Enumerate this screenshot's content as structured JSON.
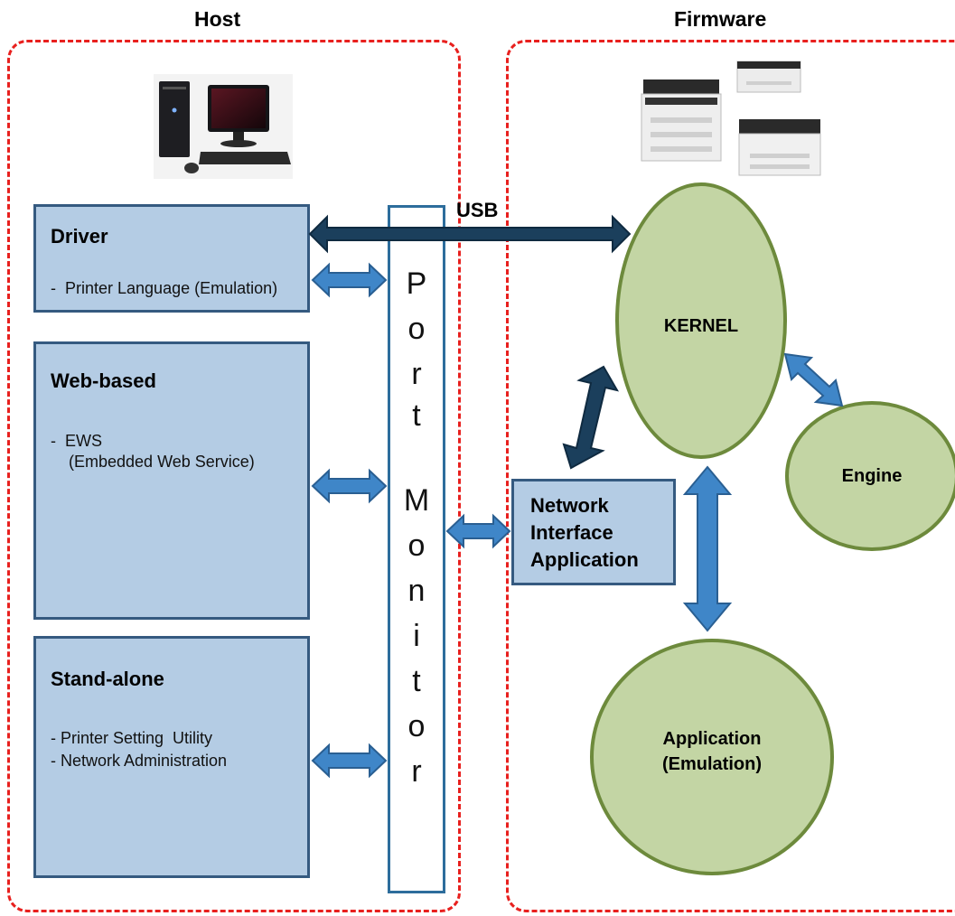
{
  "host": {
    "title": "Host",
    "boxes": [
      {
        "title": "Driver",
        "lines": [
          "-  Printer Language (Emulation)"
        ]
      },
      {
        "title": "Web-based",
        "lines": [
          "-  EWS",
          "    (Embedded Web Service)"
        ]
      },
      {
        "title": "Stand-alone",
        "lines": [
          "- Printer Setting  Utility",
          "- Network Administration"
        ]
      }
    ]
  },
  "firmware": {
    "title": "Firmware",
    "kernel": "KERNEL",
    "engine": "Engine",
    "application": [
      "Application",
      "(Emulation)"
    ],
    "network_interface_application": [
      "Network",
      "Interface",
      "Application"
    ]
  },
  "port_monitor_letters": [
    "P",
    "o",
    "r",
    "t",
    "",
    "M",
    "o",
    "n",
    "i",
    "t",
    "o",
    "r"
  ],
  "usb_label": "USB",
  "icons": {
    "host": "desktop-computer-icon",
    "firmware": "printers-icon"
  },
  "colors": {
    "dashed_border": "#e8201e",
    "host_box_fill": "#b4cce4",
    "host_box_border": "#355a80",
    "ellipse_fill": "#c3d5a4",
    "ellipse_border": "#6d8a3c",
    "arrow_light": "#3f86c8",
    "arrow_dark": "#1b3f5c"
  }
}
